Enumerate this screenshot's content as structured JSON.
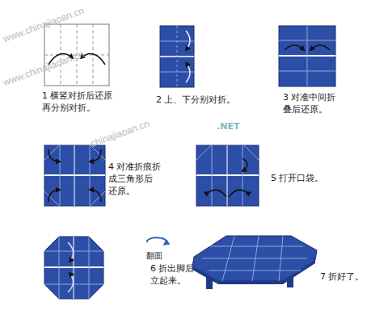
{
  "diagram": {
    "labels": [
      "www.chinajiaoan.cn",
      "www.chinajiaoan.cn",
      "chinajiaoan.cn",
      "1 横竖对折后还原 再分别对折。",
      "2 上、下分别对折。",
      "3 对准中间折 叠后还原。",
      ".NET",
      "4 对准折痕折 成三角形后 还原。",
      "5 打开口袋。",
      "翻面",
      "6 折出脚后 立起来。",
      "7 折好了。"
    ]
  }
}
